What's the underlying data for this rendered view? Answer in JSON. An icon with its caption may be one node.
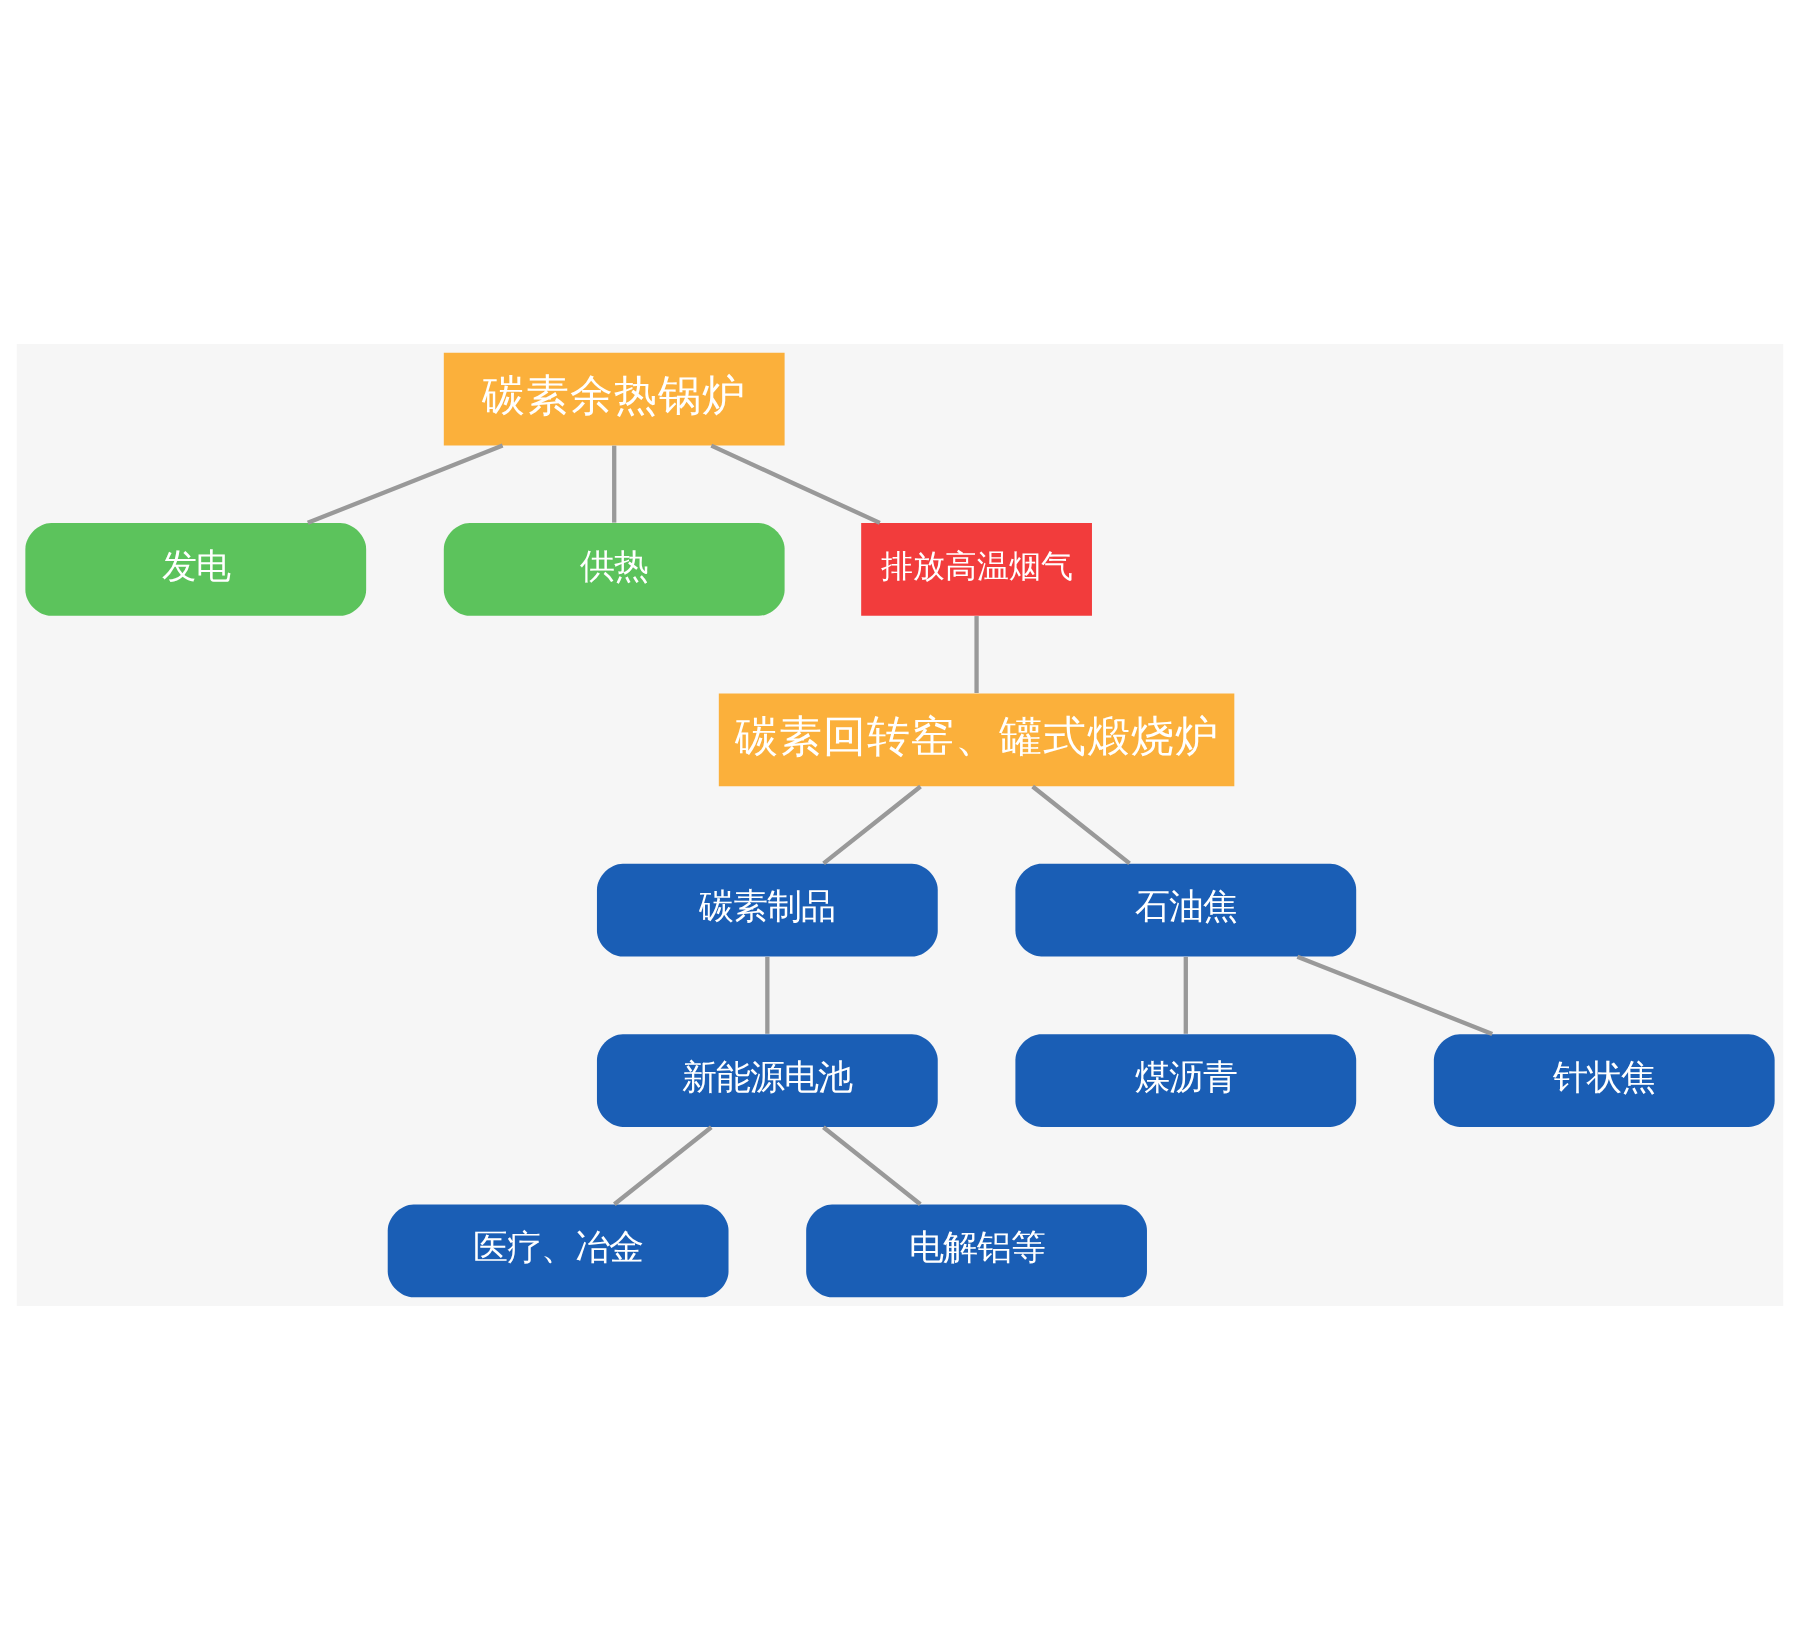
{
  "diagram": {
    "nodes": [
      {
        "text": [
          "碳素余热锅炉"
        ]
      },
      {
        "text": [
          "发电"
        ]
      },
      {
        "text": [
          "供热"
        ]
      },
      {
        "text": [
          "排放高温烟气"
        ]
      },
      {
        "text": [
          "碳素回转窑、罐式煅烧炉"
        ]
      },
      {
        "text": [
          "碳素制品"
        ]
      },
      {
        "text": [
          "石油焦"
        ]
      },
      {
        "text": [
          "煤沥青"
        ]
      },
      {
        "text": [
          "针状焦"
        ]
      },
      {
        "text": [
          "新能源电池"
        ]
      },
      {
        "text": [
          "医疗、冶金"
        ]
      },
      {
        "text": [
          "电解铝等"
        ]
      }
    ],
    "edges": [
      {
        "from": 0,
        "to": 1,
        "arrow": "none"
      },
      {
        "from": 0,
        "to": 2,
        "arrow": "none"
      },
      {
        "from": 0,
        "to": 3,
        "arrow": "none"
      },
      {
        "from": 3,
        "to": 4,
        "arrow": "none"
      },
      {
        "from": 4,
        "to": 5,
        "arrow": "none"
      },
      {
        "from": 4,
        "to": 6,
        "arrow": "none"
      },
      {
        "from": 6,
        "to": 7,
        "arrow": "none"
      },
      {
        "from": 6,
        "to": 8,
        "arrow": "none"
      },
      {
        "from": 5,
        "to": 9,
        "arrow": "none"
      },
      {
        "from": 9,
        "to": 10,
        "arrow": "none"
      },
      {
        "from": 9,
        "to": 11,
        "arrow": "none"
      }
    ]
  }
}
